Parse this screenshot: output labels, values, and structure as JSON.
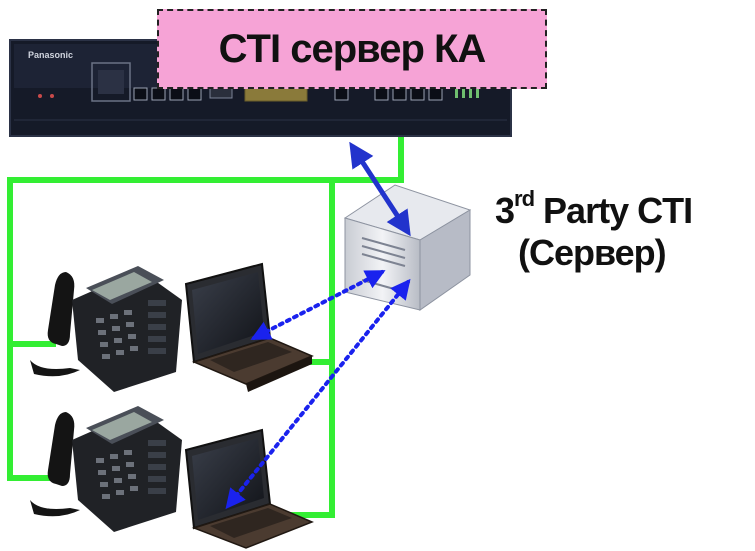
{
  "pbx": {
    "label": "CTI сервер КА",
    "brand": "Panasonic"
  },
  "server": {
    "label_prefix": "3",
    "label_sup": "rd",
    "label_suffix": " Party CTI",
    "label_line2": "(Сервер)"
  },
  "colors": {
    "wire": "#33ee33",
    "link_cti": "#2233cc",
    "link_data": "#1a22ee",
    "label_bg": "#f6a3d6",
    "pbx_body": "#151a28"
  },
  "icons": [
    "pbx-unit-icon",
    "server-tower-icon",
    "phone-icon",
    "laptop-icon"
  ]
}
